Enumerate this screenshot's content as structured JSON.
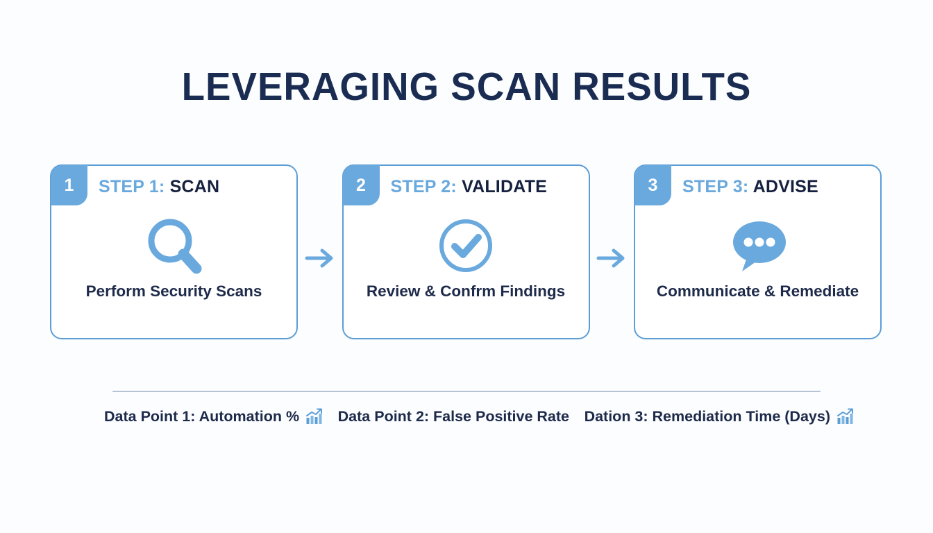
{
  "slide": {
    "title": "LEVERAGING SCAN RESULTS",
    "background_color": "#fbfdfe",
    "accent_color": "#6aa9dd",
    "text_color": "#1e2a4a",
    "border_color": "#5c9dd6",
    "divider_color": "#b6c3d3"
  },
  "steps": [
    {
      "badge": "1",
      "kicker": "STEP 1:",
      "word": " SCAN",
      "icon": "magnifier-icon",
      "caption": "Perform Security Scans"
    },
    {
      "badge": "2",
      "kicker": "STEP 2:",
      "word": " VALIDATE",
      "icon": "check-circle-icon",
      "caption": "Review & Confrm Findings"
    },
    {
      "badge": "3",
      "kicker": "STEP 3:",
      "word": " ADVISE",
      "icon": "speech-bubble-dots-icon",
      "caption": "Communicate & Remediate"
    }
  ],
  "connectors": [
    {
      "icon": "arrow-right-icon",
      "glyph": "→"
    },
    {
      "icon": "arrow-right-icon",
      "glyph": "→"
    }
  ],
  "datapoints": [
    {
      "label": "Data Point 1: Automation %",
      "icon": "bar-chart-growth-icon",
      "has_icon": true
    },
    {
      "label": "Data Point 2: False Positive Rate",
      "icon": "",
      "has_icon": false
    },
    {
      "label": "Dation 3: Remediation Time (Days)",
      "icon": "bar-chart-growth-icon",
      "has_icon": true
    }
  ]
}
